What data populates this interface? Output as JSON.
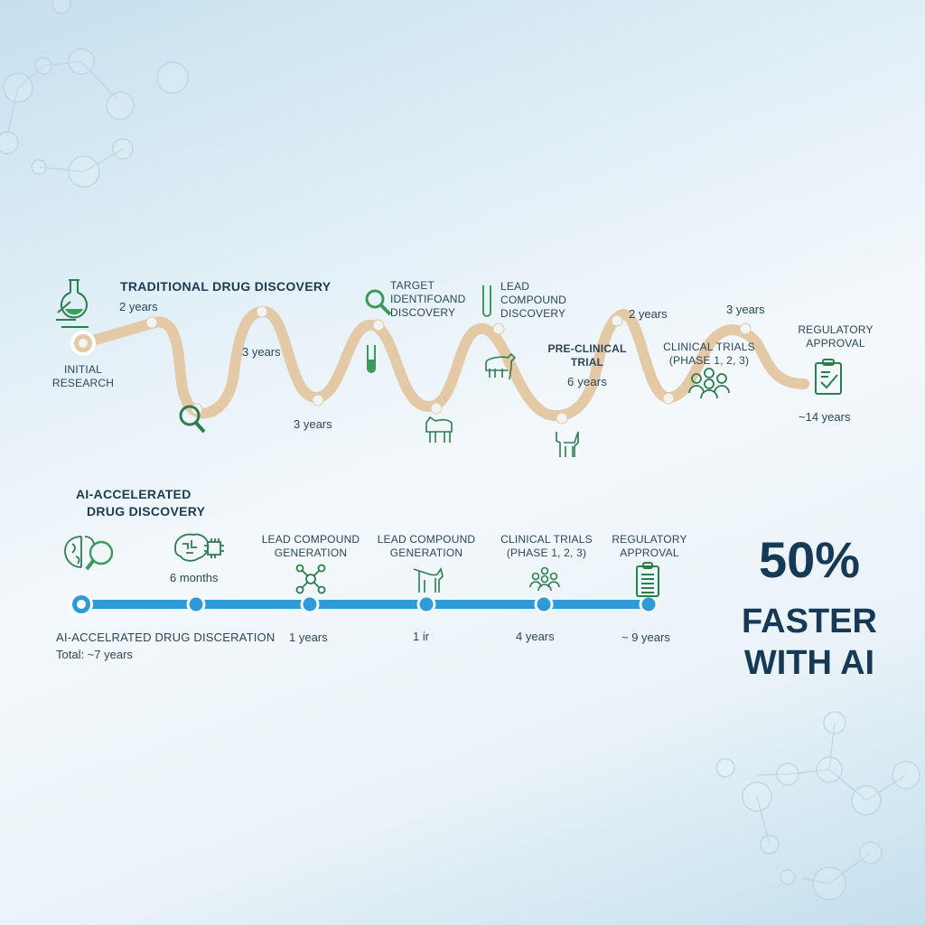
{
  "traditional": {
    "title": "TRADITIONAL DRUG DISCOVERY",
    "start_label": "INITIAL\nRESEARCH",
    "durations": [
      "2 years",
      "3 years",
      "3 years",
      "2 years",
      "3 years"
    ],
    "stages": [
      {
        "label": "TARGET IDENTIFOAND DISCOVERY",
        "lines": [
          "TARGET",
          "IDENTIFOAND",
          "DISCOVERY"
        ]
      },
      {
        "label": "LEAD COMPOUND DISCOVERY",
        "lines": [
          "LEAD",
          "COMPOUND",
          "DISCOVERY"
        ]
      },
      {
        "label": "PRE-CLINICAL TRIAL",
        "lines": [
          "PRE-CLINICAL",
          "TRIAL"
        ],
        "duration": "6 years"
      },
      {
        "label": "CLINICAL TRIALS (PHASE 1, 2, 3)",
        "lines": [
          "CLINICAL TRIALS",
          "(PHASE 1, 2, 3)"
        ]
      },
      {
        "label": "REGULATORY APPROVAL",
        "lines": [
          "REGULATORY",
          "APPROVAL"
        ]
      }
    ],
    "total": "~14 years",
    "path_color": "#e3c9a6",
    "icon_color": "#2e7d4f"
  },
  "ai": {
    "title_lines": [
      "AI-ACCELERATED",
      "DRUG DISCOVERY"
    ],
    "first_duration": "6 months",
    "stages": [
      {
        "lines": [
          "LEAD COMPOUND",
          "GENERATION"
        ],
        "duration": "1 years"
      },
      {
        "lines": [
          "LEAD COMPOUND",
          "GENERATION"
        ],
        "duration": "1 ir"
      },
      {
        "lines": [
          "CLINICAL TRIALS",
          "(PHASE 1, 2, 3)"
        ],
        "duration": "4 years"
      },
      {
        "lines": [
          "REGULATORY",
          "APPROVAL"
        ],
        "duration": "~ 9 years"
      }
    ],
    "footer_title": "AI-ACCELRATED DRUG DISCERATION",
    "footer_total": "Total: ~7 years",
    "line_color": "#2e9bd6"
  },
  "callout": {
    "percent": "50%",
    "line1": "FASTER",
    "line2": "WITH AI",
    "color": "#163a56"
  }
}
